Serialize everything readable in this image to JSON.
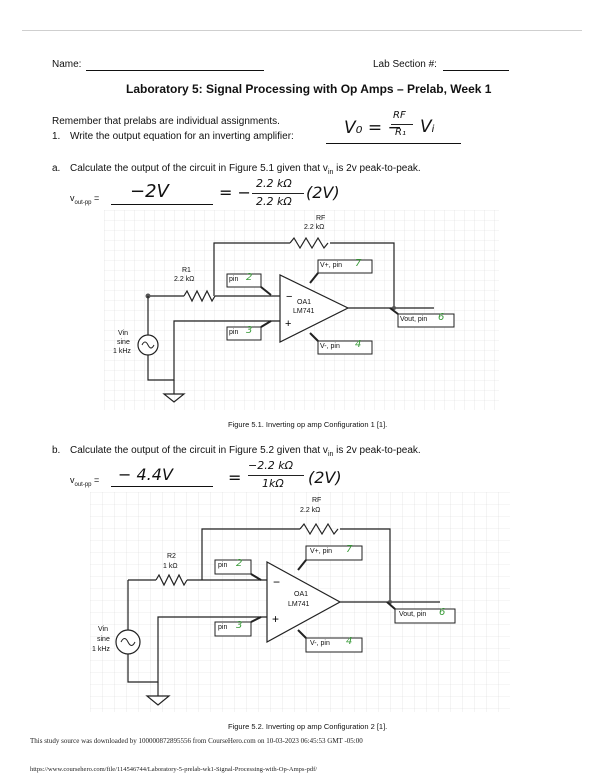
{
  "header": {
    "name_label": "Name:",
    "section_label": "Lab Section #:"
  },
  "title": "Laboratory 5: Signal Processing with Op Amps – Prelab, Week 1",
  "reminder": "Remember that prelabs are individual assignments.",
  "q1": {
    "num": "1.",
    "text": "Write the output equation for an inverting amplifier:",
    "answer_lhs": "V₀ = −",
    "answer_num": "RF",
    "answer_den": "R₁",
    "answer_rhs": "Vᵢ"
  },
  "qa": {
    "letter": "a.",
    "text_pre": "Calculate the output of the circuit in Figure 5.1 given that v",
    "text_sub": "in",
    "text_post": " is 2v peak-to-peak.",
    "vout_label": "v",
    "vout_sub": "out-pp",
    "vout_eq": " =",
    "answer": "−2V",
    "work_eq": "= −",
    "work_num": "2.2 kΩ",
    "work_den": "2.2 kΩ",
    "work_mult": "(2V)",
    "caption": "Figure 5.1. Inverting op amp Configuration 1 [1]."
  },
  "qb": {
    "letter": "b.",
    "text_pre": "Calculate the output of the circuit in Figure 5.2 given that v",
    "text_sub": "in",
    "text_post": " is 2v peak-to-peak.",
    "vout_label": "v",
    "vout_sub": "out-pp",
    "vout_eq": " =",
    "answer": "− 4.4V",
    "work_eq": "=",
    "work_num": "−2.2 kΩ",
    "work_den": "1kΩ",
    "work_mult": "(2V)",
    "caption": "Figure 5.2. Inverting op amp Configuration 2 [1]."
  },
  "fig1": {
    "rf_name": "RF",
    "rf_val": "2.2 kΩ",
    "r1_name": "R1",
    "r1_val": "2.2 kΩ",
    "vin_l1": "Vin",
    "vin_l2": "sine",
    "vin_l3": "1 kHz",
    "oa_l1": "OA1",
    "oa_l2": "LM741",
    "pin_label": "pin",
    "pin_inv": "2",
    "pin_noninv": "3",
    "vplus_label": "V+, pin",
    "vplus_pin": "7",
    "vminus_label": "V-, pin",
    "vminus_pin": "4",
    "vout_label": "Vout, pin",
    "vout_pin": "6"
  },
  "fig2": {
    "rf_name": "RF",
    "rf_val": "2.2 kΩ",
    "r2_name": "R2",
    "r2_val": "1 kΩ",
    "vin_l1": "Vin",
    "vin_l2": "sine",
    "vin_l3": "1 kHz",
    "oa_l1": "OA1",
    "oa_l2": "LM741",
    "pin_label": "pin",
    "pin_inv": "2",
    "pin_noninv": "3",
    "vplus_label": "V+, pin",
    "vplus_pin": "7",
    "vminus_label": "V-, pin",
    "vminus_pin": "4",
    "vout_label": "Vout, pin",
    "vout_pin": "6"
  },
  "footer": {
    "download": "This study source was downloaded by 100000872895556 from CourseHero.com on 10-03-2023 06:45:53 GMT -05:00",
    "url": "https://www.coursehero.com/file/114546744/Laboratory-5-prelab-wk1-Signal-Processing-with-Op-Amps-pdf/"
  },
  "colors": {
    "ink": "#111111",
    "answer_green": "#3a9b3a",
    "grid": "#d9d9d9",
    "pen": "#222222"
  }
}
